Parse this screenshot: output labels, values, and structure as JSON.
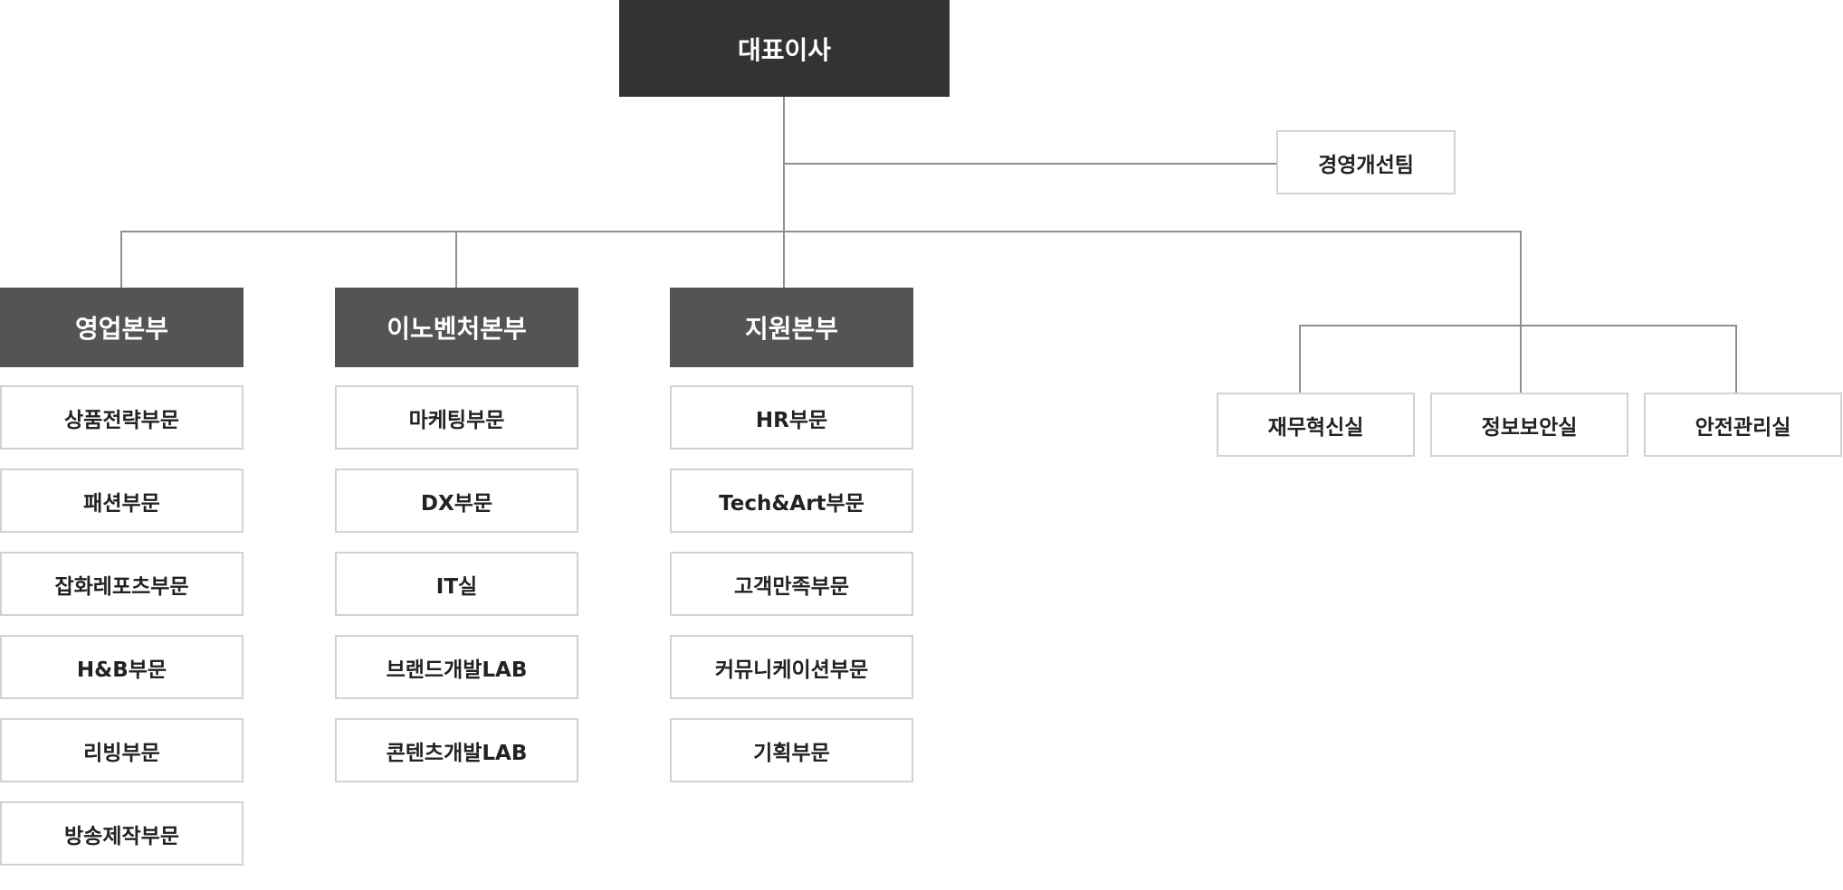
{
  "ceo": {
    "label": "대표이사"
  },
  "staff": {
    "label": "경영개선팀"
  },
  "divisions": [
    {
      "label": "영업본부",
      "departments": [
        "상품전략부문",
        "패션부문",
        "잡화레포츠부문",
        "H&B부문",
        "리빙부문",
        "방송제작부문"
      ]
    },
    {
      "label": "이노벤처본부",
      "departments": [
        "마케팅부문",
        "DX부문",
        "IT실",
        "브랜드개발LAB",
        "콘텐츠개발LAB"
      ]
    },
    {
      "label": "지원본부",
      "departments": [
        "HR부문",
        "Tech&Art부문",
        "고객만족부문",
        "커뮤니케이션부문",
        "기획부문"
      ]
    }
  ],
  "offices": [
    "재무혁신실",
    "정보보안실",
    "안전관리실"
  ]
}
